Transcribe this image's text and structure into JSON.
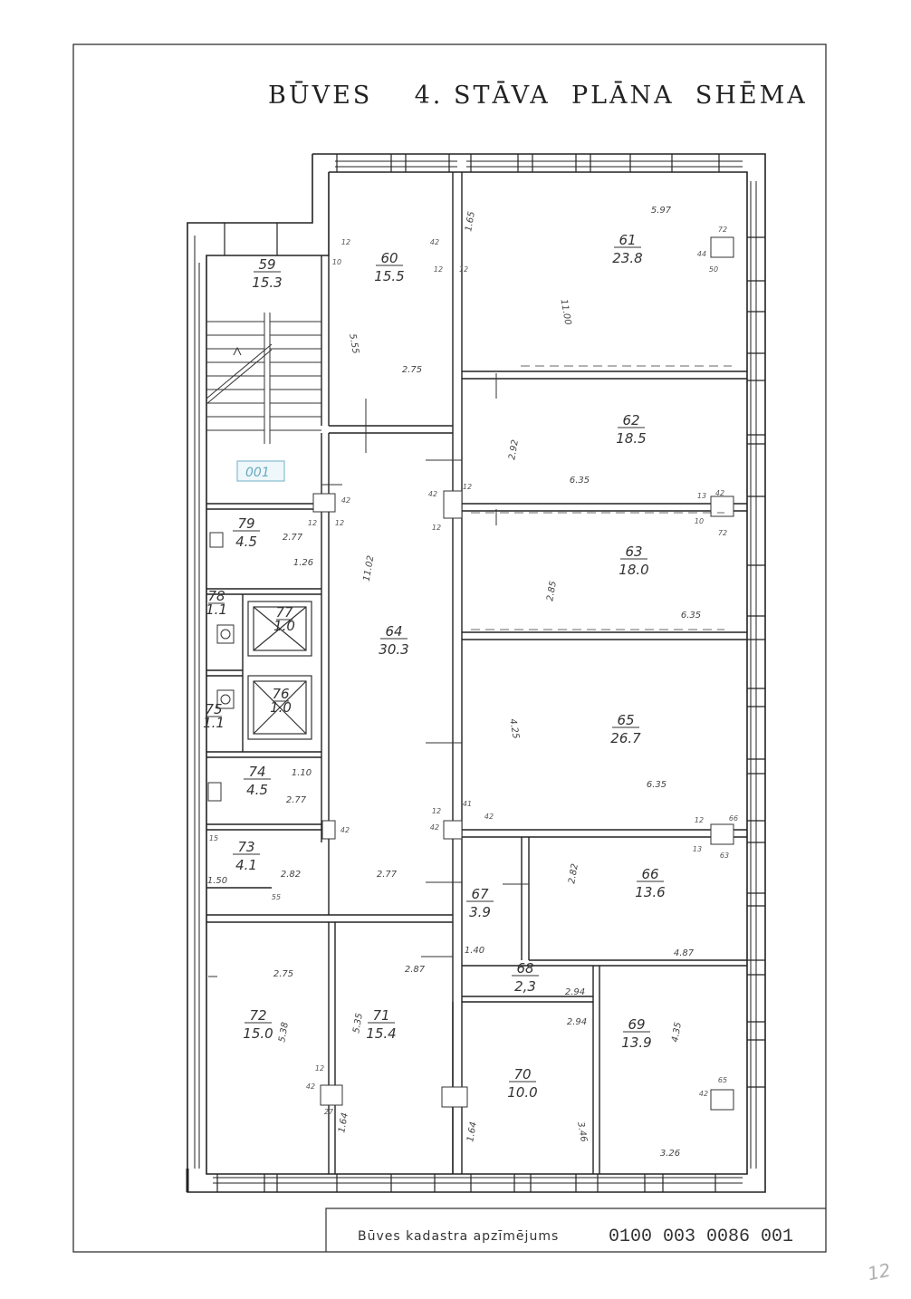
{
  "title": "BŪVES    4. STĀVA  PLĀNA  SHĒMA",
  "footer": {
    "label": "Būves kadastra apzīmējums",
    "code": "0100 003 0086 001"
  },
  "page_number": "12",
  "badge": "001",
  "rooms": [
    {
      "id": "59",
      "number": "59",
      "area": "15.3"
    },
    {
      "id": "60",
      "number": "60",
      "area": "15.5"
    },
    {
      "id": "61",
      "number": "61",
      "area": "23.8"
    },
    {
      "id": "62",
      "number": "62",
      "area": "18.5"
    },
    {
      "id": "63",
      "number": "63",
      "area": "18.0"
    },
    {
      "id": "64",
      "number": "64",
      "area": "30.3"
    },
    {
      "id": "65",
      "number": "65",
      "area": "26.7"
    },
    {
      "id": "66",
      "number": "66",
      "area": "13.6"
    },
    {
      "id": "67",
      "number": "67",
      "area": "3.9"
    },
    {
      "id": "68",
      "number": "68",
      "area": "2,3"
    },
    {
      "id": "69",
      "number": "69",
      "area": "13.9"
    },
    {
      "id": "70",
      "number": "70",
      "area": "10.0"
    },
    {
      "id": "71",
      "number": "71",
      "area": "15.4"
    },
    {
      "id": "72",
      "number": "72",
      "area": "15.0"
    },
    {
      "id": "73",
      "number": "73",
      "area": "4.1"
    },
    {
      "id": "74",
      "number": "74",
      "area": "4.5"
    },
    {
      "id": "75",
      "number": "75",
      "area": "1.1"
    },
    {
      "id": "76",
      "number": "76",
      "area": "1.0"
    },
    {
      "id": "77",
      "number": "77",
      "area": "1.0"
    },
    {
      "id": "78",
      "number": "78",
      "area": "1.1"
    },
    {
      "id": "79",
      "number": "79",
      "area": "4.5"
    }
  ],
  "dimensions": [
    {
      "id": "d1",
      "text": "5.97"
    },
    {
      "id": "d2",
      "text": "11.00"
    },
    {
      "id": "d3",
      "text": "2.75"
    },
    {
      "id": "d4",
      "text": "5.55"
    },
    {
      "id": "d5",
      "text": "2.92"
    },
    {
      "id": "d6",
      "text": "6.35"
    },
    {
      "id": "d7",
      "text": "2.85"
    },
    {
      "id": "d8",
      "text": "6.35"
    },
    {
      "id": "d9",
      "text": "11.02"
    },
    {
      "id": "d10",
      "text": "4.25"
    },
    {
      "id": "d11",
      "text": "6.35"
    },
    {
      "id": "d12",
      "text": "2.82"
    },
    {
      "id": "d13",
      "text": "4.87"
    },
    {
      "id": "d14",
      "text": "2.77"
    },
    {
      "id": "d15",
      "text": "2.82"
    },
    {
      "id": "d16",
      "text": "2.77"
    },
    {
      "id": "d17",
      "text": "2.77"
    },
    {
      "id": "d18",
      "text": "1.26"
    },
    {
      "id": "d19",
      "text": "1.10"
    },
    {
      "id": "d20",
      "text": "2.75"
    },
    {
      "id": "d21",
      "text": "2.87"
    },
    {
      "id": "d22",
      "text": "5.35"
    },
    {
      "id": "d23",
      "text": "5.38"
    },
    {
      "id": "d24",
      "text": "2.94"
    },
    {
      "id": "d25",
      "text": "4.35"
    },
    {
      "id": "d26",
      "text": "3.26"
    },
    {
      "id": "d27",
      "text": "1.64"
    },
    {
      "id": "d28",
      "text": "3.46"
    },
    {
      "id": "d29",
      "text": "1.40"
    },
    {
      "id": "d30",
      "text": "2.94"
    },
    {
      "id": "d31",
      "text": "1.65"
    },
    {
      "id": "d32",
      "text": "1.50"
    },
    {
      "id": "d33",
      "text": "1.64"
    }
  ],
  "small_dims": [
    {
      "id": "s1",
      "text": "42"
    },
    {
      "id": "s2",
      "text": "12"
    },
    {
      "id": "s3",
      "text": "12"
    },
    {
      "id": "s4",
      "text": "10"
    },
    {
      "id": "s5",
      "text": "12"
    },
    {
      "id": "s6",
      "text": "72"
    },
    {
      "id": "s7",
      "text": "44"
    },
    {
      "id": "s8",
      "text": "50"
    },
    {
      "id": "s9",
      "text": "12"
    },
    {
      "id": "s10",
      "text": "42"
    },
    {
      "id": "s11",
      "text": "12"
    },
    {
      "id": "s12",
      "text": "13"
    },
    {
      "id": "s13",
      "text": "42"
    },
    {
      "id": "s14",
      "text": "72"
    },
    {
      "id": "s15",
      "text": "10"
    },
    {
      "id": "s16",
      "text": "42"
    },
    {
      "id": "s17",
      "text": "12"
    },
    {
      "id": "s18",
      "text": "12"
    },
    {
      "id": "s19",
      "text": "42"
    },
    {
      "id": "s20",
      "text": "41"
    },
    {
      "id": "s21",
      "text": "12"
    },
    {
      "id": "s22",
      "text": "66"
    },
    {
      "id": "s23",
      "text": "63"
    },
    {
      "id": "s24",
      "text": "13"
    },
    {
      "id": "s25",
      "text": "12"
    },
    {
      "id": "s26",
      "text": "42"
    },
    {
      "id": "s27",
      "text": "65"
    },
    {
      "id": "s28",
      "text": "42"
    },
    {
      "id": "s29",
      "text": "12"
    },
    {
      "id": "s30",
      "text": "42"
    },
    {
      "id": "s31",
      "text": "27"
    },
    {
      "id": "s32",
      "text": "42"
    },
    {
      "id": "s33",
      "text": "55"
    },
    {
      "id": "s34",
      "text": "15"
    }
  ]
}
